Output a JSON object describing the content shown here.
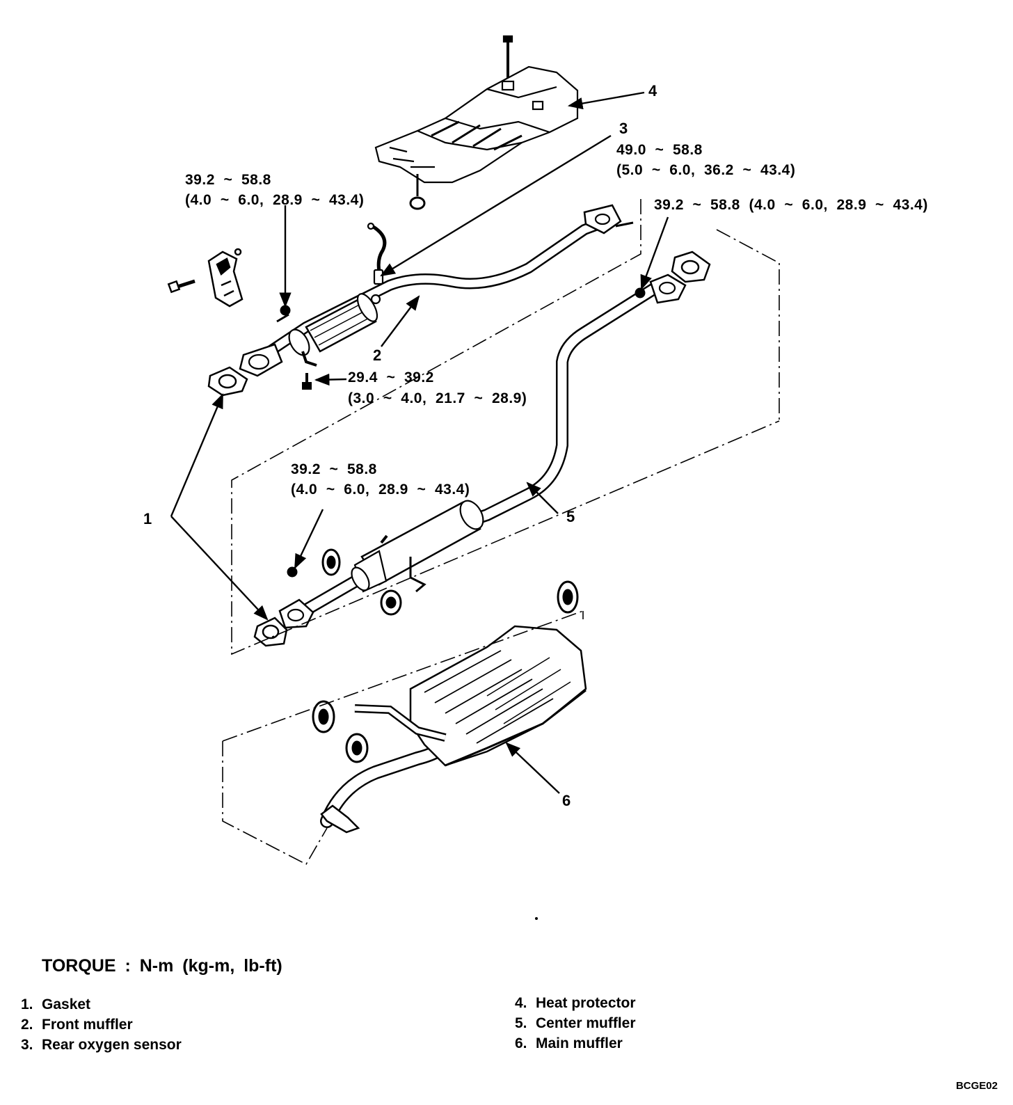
{
  "callouts": {
    "c1": "1",
    "c2": "2",
    "c3": "3",
    "c4": "4",
    "c5": "5",
    "c6": "6"
  },
  "torques": {
    "front_flange": [
      "39.2  ~  58.8",
      "(4.0  ~  6.0,  28.9  ~  43.4)"
    ],
    "sensor": [
      "49.0  ~  58.8",
      "(5.0  ~  6.0,  36.2  ~  43.4)"
    ],
    "center_flange": "39.2  ~  58.8  (4.0  ~  6.0,  28.9  ~  43.4)",
    "bracket_bolt": [
      "29.4  ~  39.2",
      "(3.0  ~  4.0,  21.7  ~  28.9)"
    ],
    "center_joint": [
      "39.2  ~  58.8",
      "(4.0  ~  6.0,  28.9  ~  43.4)"
    ]
  },
  "torque_unit_label": "TORQUE  :  N-m  (kg-m,  lb-ft)",
  "legend": [
    {
      "num": "1.",
      "label": "Gasket"
    },
    {
      "num": "2.",
      "label": "Front muffler"
    },
    {
      "num": "3.",
      "label": "Rear oxygen sensor"
    },
    {
      "num": "4.",
      "label": "Heat protector"
    },
    {
      "num": "5.",
      "label": "Center muffler"
    },
    {
      "num": "6.",
      "label": "Main muffler"
    }
  ],
  "figure_code": "BCGE02"
}
